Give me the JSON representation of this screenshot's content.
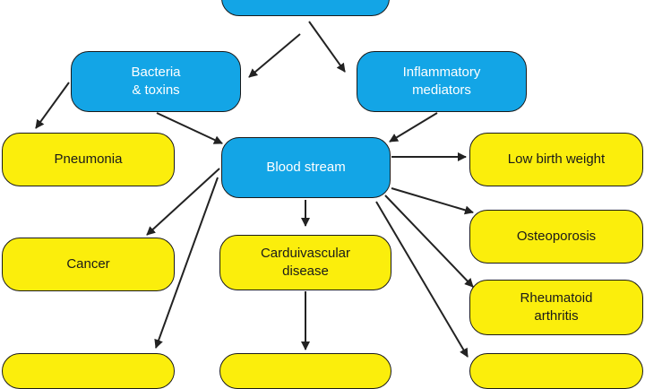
{
  "colors": {
    "cause_fill": "#13a5e6",
    "outcome_fill": "#fbee0c",
    "outline": "#1a1a1a",
    "arrow": "#222222",
    "background": "#ffffff"
  },
  "nodes": {
    "top_source": {
      "label": ""
    },
    "bacteria": {
      "label": "Bacteria\n& toxins"
    },
    "inflammatory": {
      "label": "Inflammatory\nmediators"
    },
    "pneumonia": {
      "label": "Pneumonia"
    },
    "blood_stream": {
      "label": "Blood stream"
    },
    "low_birth_weight": {
      "label": "Low birth weight"
    },
    "cancer": {
      "label": "Cancer"
    },
    "cardiovascular": {
      "label": "Carduivascular\ndisease"
    },
    "osteoporosis": {
      "label": "Osteoporosis"
    },
    "rheumatoid": {
      "label": "Rheumatoid\narthritis"
    },
    "bottom_left": {
      "label": ""
    },
    "bottom_center": {
      "label": ""
    },
    "bottom_right": {
      "label": ""
    }
  }
}
